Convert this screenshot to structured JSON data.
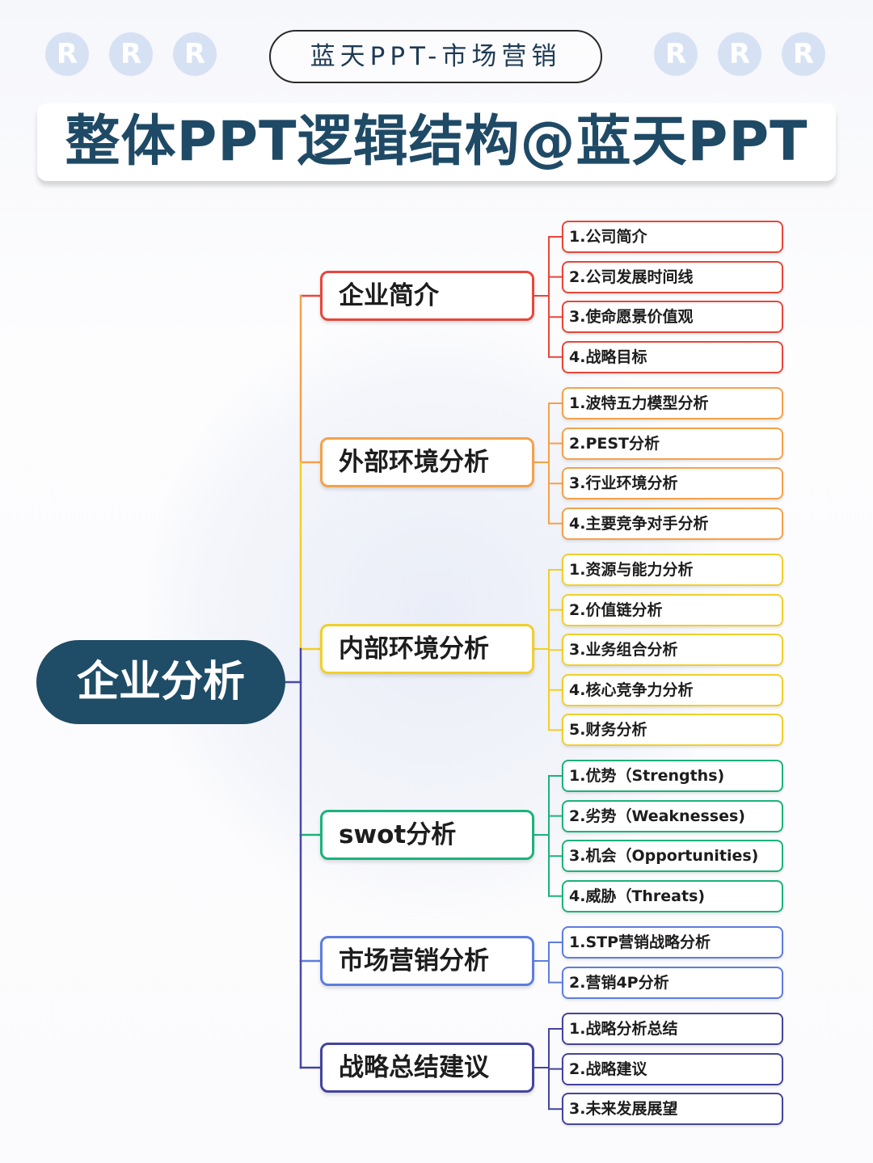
{
  "header": {
    "pill_text": "蓝天PPT-市场营销",
    "title": "整体PPT逻辑结构@蓝天PPT",
    "badge_letter": "R"
  },
  "root": {
    "label": "企业分析"
  },
  "colors": {
    "enterprise": "#e8463a",
    "external": "#f5a14a",
    "internal": "#f1cf2a",
    "swot": "#1bb37a",
    "marketing": "#5d7de0",
    "strategy": "#44449e",
    "trunk_lower": "#4848a8"
  },
  "branches": [
    {
      "label": "企业简介",
      "color_key": "enterprise",
      "items": [
        "1.公司简介",
        "2.公司发展时间线",
        "3.使命愿景价值观",
        "4.战略目标"
      ]
    },
    {
      "label": "外部环境分析",
      "color_key": "external",
      "items": [
        "1.波特五力模型分析",
        "2.PEST分析",
        "3.行业环境分析",
        "4.主要竞争对手分析"
      ]
    },
    {
      "label": "内部环境分析",
      "color_key": "internal",
      "items": [
        "1.资源与能力分析",
        "2.价值链分析",
        "3.业务组合分析",
        "4.核心竞争力分析",
        "5.财务分析"
      ]
    },
    {
      "label": "swot分析",
      "color_key": "swot",
      "items": [
        "1.优势（Strengths)",
        "2.劣势（Weaknesses)",
        "3.机会（Opportunities)",
        "4.威胁（Threats)"
      ]
    },
    {
      "label": "市场营销分析",
      "color_key": "marketing",
      "items": [
        "1.STP营销战略分析",
        "2.营销4P分析"
      ]
    },
    {
      "label": "战略总结建议",
      "color_key": "strategy",
      "items": [
        "1.战略分析总结",
        "2.战略建议",
        "3.未来发展展望"
      ]
    }
  ]
}
